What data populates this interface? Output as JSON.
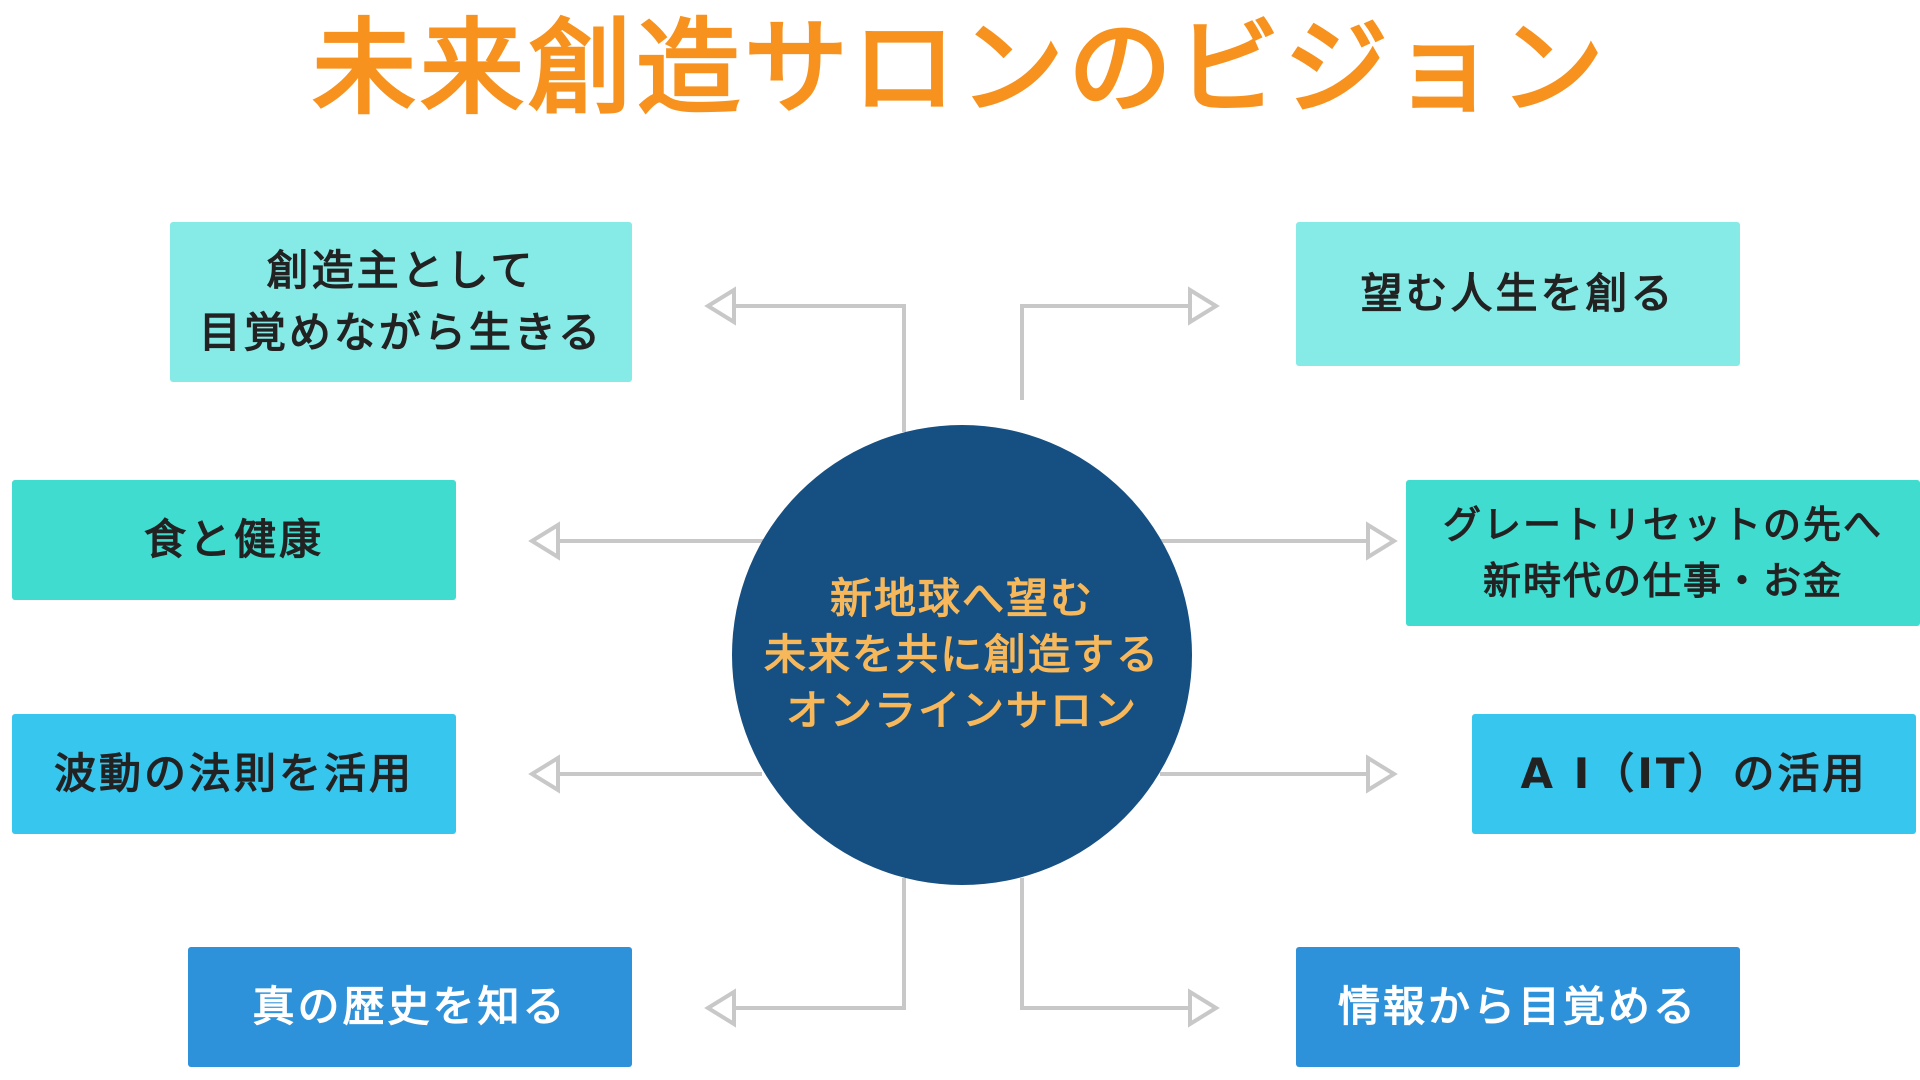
{
  "title": "未来創造サロンのビジョン",
  "colors": {
    "title": "#f7921e",
    "hub_fill": "#164f82",
    "hub_text": "#f6b85a",
    "connector": "#c8c8c8",
    "box_pale_cyan": "#86ebe6",
    "box_teal": "#3fdccf",
    "box_sky": "#36c6ee",
    "box_blue": "#2d92d9"
  },
  "center": {
    "lines": [
      "新地球へ望む",
      "未来を共に創造する",
      "オンラインサロン"
    ]
  },
  "left_items": [
    {
      "lines": [
        "創造主として",
        "目覚めながら生きる"
      ],
      "color": "#86ebe6"
    },
    {
      "lines": [
        "食と健康"
      ],
      "color": "#3fdccf"
    },
    {
      "lines": [
        "波動の法則を活用"
      ],
      "color": "#36c6ee"
    },
    {
      "lines": [
        "真の歴史を知る"
      ],
      "color": "#2d92d9"
    }
  ],
  "right_items": [
    {
      "lines": [
        "望む人生を創る"
      ],
      "color": "#86ebe6"
    },
    {
      "lines": [
        "グレートリセットの先へ",
        "新時代の仕事・お金"
      ],
      "color": "#3fdccf"
    },
    {
      "lines": [
        "A I（IT）の活用"
      ],
      "color": "#36c6ee"
    },
    {
      "lines": [
        "情報から目覚める"
      ],
      "color": "#2d92d9"
    }
  ]
}
